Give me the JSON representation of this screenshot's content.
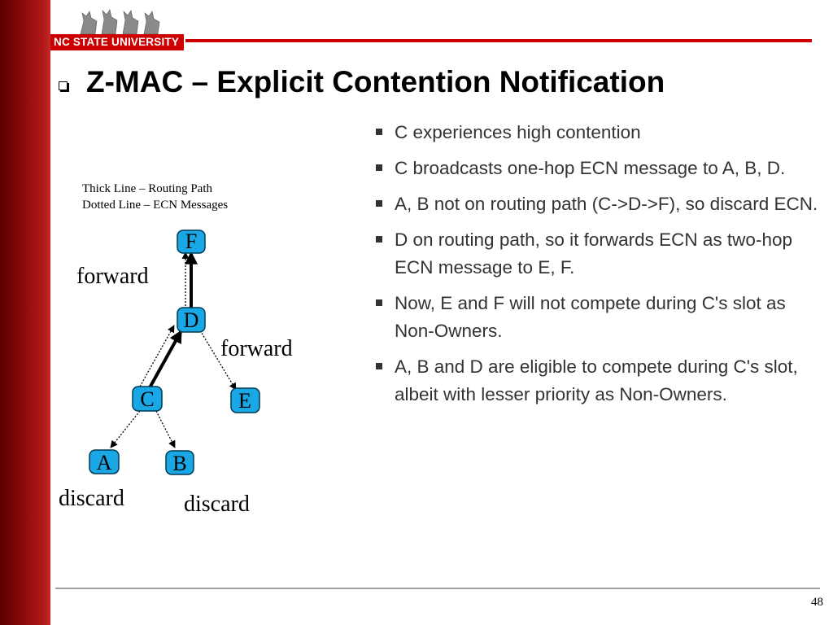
{
  "header": {
    "university": "NC STATE UNIVERSITY",
    "brand_color": "#cc0000"
  },
  "title": "Z-MAC – Explicit Contention Notification",
  "legend": {
    "line1": "Thick Line – Routing Path",
    "line2": "Dotted Line – ECN Messages"
  },
  "diagram": {
    "node_fill": "#1aa7e6",
    "nodes": {
      "F": "F",
      "D": "D",
      "C": "C",
      "E": "E",
      "A": "A",
      "B": "B"
    },
    "edge_labels": {
      "forward_top": "forward",
      "forward_right": "forward",
      "discard_left": "discard",
      "discard_right": "discard"
    }
  },
  "bullets": [
    "C experiences high contention",
    "C broadcasts one-hop ECN message to A, B, D.",
    "A, B not on routing path (C->D->F), so discard ECN.",
    "D on routing path, so it forwards ECN as two-hop ECN message to E, F.",
    "Now, E and F will not compete during C's slot as Non-Owners.",
    "A, B and D are eligible to compete during C's slot, albeit with lesser priority as Non-Owners."
  ],
  "footer": {
    "page_number": "48"
  }
}
